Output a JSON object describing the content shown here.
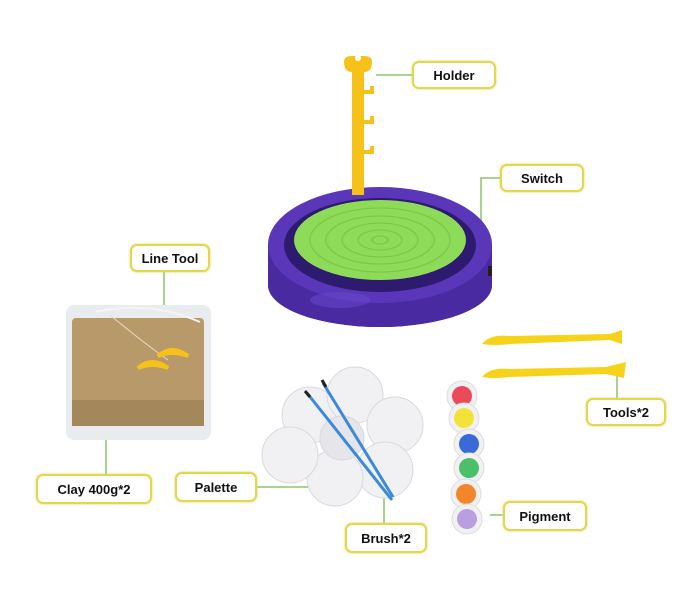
{
  "labels": {
    "holder": "Holder",
    "switch": "Switch",
    "line_tool": "Line Tool",
    "clay": "Clay 400g*2",
    "palette": "Palette",
    "brush": "Brush*2",
    "tools": "Tools*2",
    "pigment": "Pigment"
  },
  "colors": {
    "label_border": "#e3d84a",
    "connector": "#8cc56a",
    "wheel_body": "#4a2aa0",
    "turntable": "#8edb5a",
    "holder_yellow": "#f6c21a",
    "clay": "#b89a6a",
    "brush_blue": "#3a8ad8"
  },
  "pigments": [
    "#ea4a5a",
    "#f3e23a",
    "#3a6ad8",
    "#4ac06a",
    "#f3852a",
    "#b8a0e0"
  ]
}
